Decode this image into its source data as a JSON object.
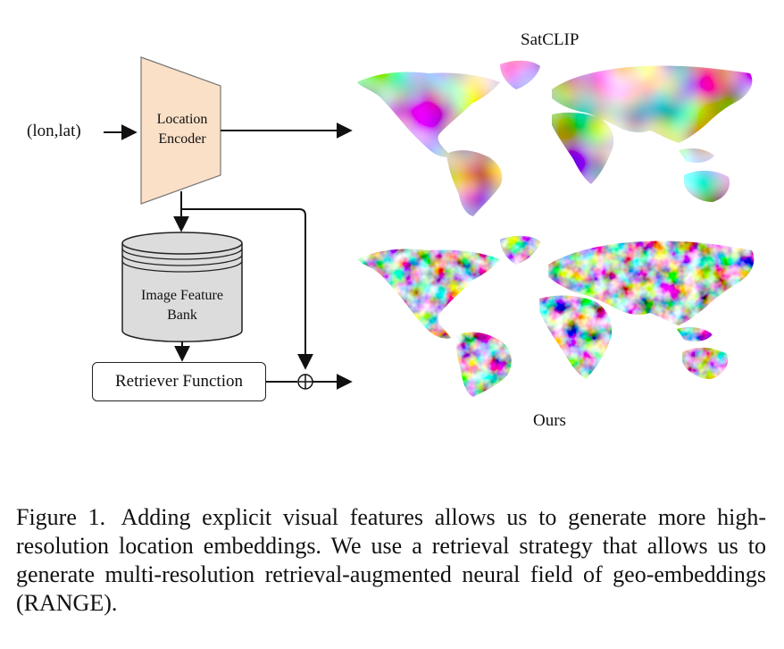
{
  "figure": {
    "input_label": "(lon,lat)",
    "encoder_label_line1": "Location",
    "encoder_label_line2": "Encoder",
    "bank_label_line1": "Image Feature",
    "bank_label_line2": "Bank",
    "retriever_label": "Retriever Function",
    "combine_symbol": "⊕",
    "map_top_title": "SatCLIP",
    "map_bottom_title": "Ours",
    "colors": {
      "encoder_fill": "#fbe0c8",
      "bank_fill": "#dcdcdc",
      "line": "#111111"
    }
  },
  "caption": {
    "label": "Figure 1.",
    "text": "Adding explicit visual features allows us to generate more high-resolution location embeddings.  We use a retrieval strategy that allows us to generate multi-resolution retrieval-augmented neural field of geo-embeddings (RANGE)."
  }
}
